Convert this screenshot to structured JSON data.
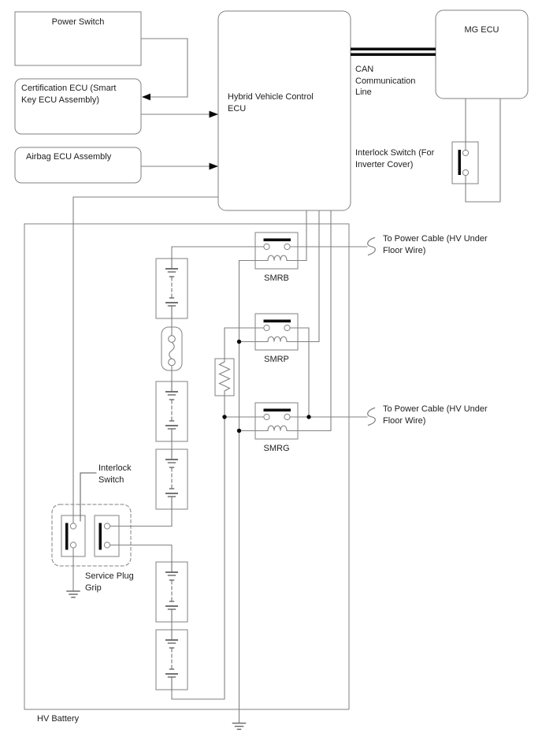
{
  "labels": {
    "power_switch": "Power Switch",
    "certification_ecu": "Certification ECU (Smart Key ECU Assembly)",
    "airbag_ecu": "Airbag ECU Assembly",
    "hv_control_ecu": "Hybrid Vehicle Control ECU",
    "mg_ecu": "MG ECU",
    "can_line": "CAN Communication Line",
    "inverter_interlock": "Interlock Switch (For Inverter Cover)",
    "smrb": "SMRB",
    "smrp": "SMRP",
    "smrg": "SMRG",
    "to_power_cable_top": "To Power Cable (HV Under Floor Wire)",
    "to_power_cable_bottom": "To Power Cable (HV Under Floor Wire)",
    "battery_interlock": "Interlock Switch",
    "service_plug_grip": "Service Plug Grip",
    "hv_battery": "HV Battery"
  },
  "colors": {
    "wire": "#828282",
    "text": "#1d1d1d",
    "solid_bar": "#0a0a0a",
    "background": "#ffffff"
  }
}
